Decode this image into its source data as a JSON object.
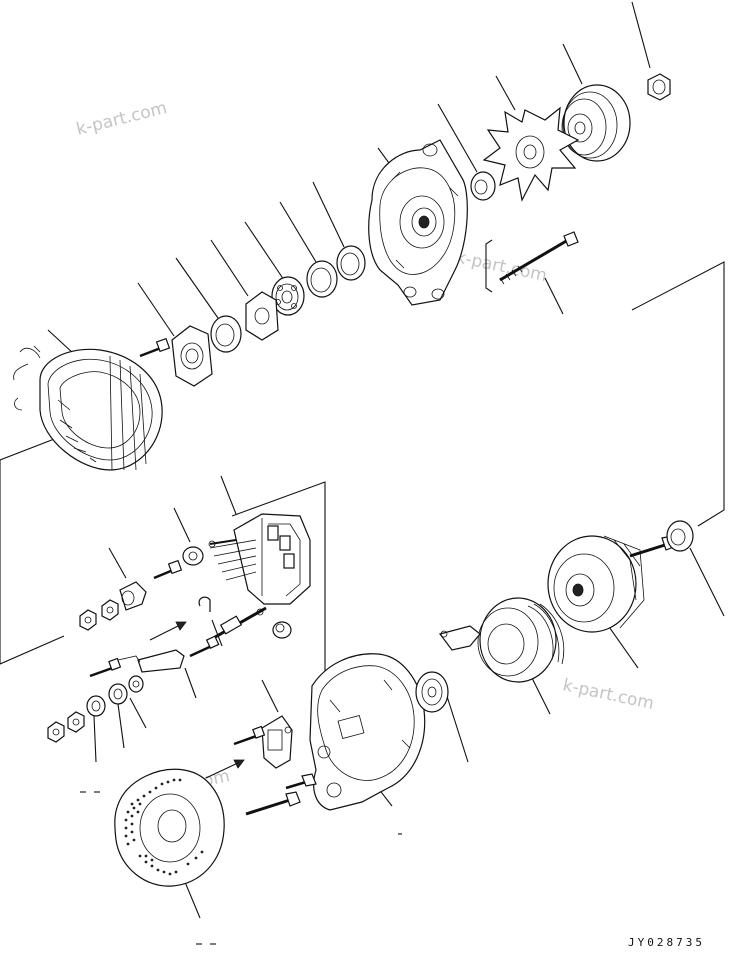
{
  "diagram": {
    "drawing_code": "JY028735",
    "watermarks": [
      "k-part.com",
      "k-part.com",
      "k-part.com",
      "k-part.com"
    ]
  }
}
